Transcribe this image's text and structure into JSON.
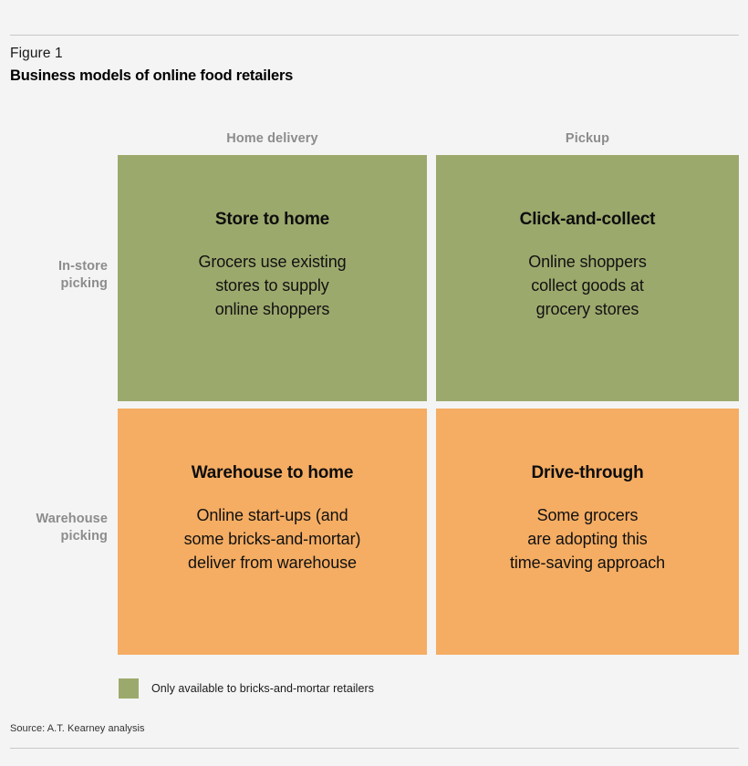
{
  "header": {
    "figure_label": "Figure 1",
    "title": "Business models of online food retailers"
  },
  "chart_data": {
    "type": "table",
    "title": "Business models of online food retailers",
    "subtitle": "Figure 1",
    "xlabel": "",
    "ylabel": "",
    "column_headers": [
      "Home delivery",
      "Pickup"
    ],
    "row_headers": [
      "In-store picking",
      "Warehouse picking"
    ],
    "cells": [
      {
        "row": "In-store picking",
        "column": "Home delivery",
        "title": "Store to home",
        "description": "Grocers use existing stores to supply online shoppers",
        "color": "#9ca96d",
        "color_name": "green"
      },
      {
        "row": "In-store picking",
        "column": "Pickup",
        "title": "Click-and-collect",
        "description": "Online shoppers collect goods at grocery stores",
        "color": "#9ca96d",
        "color_name": "green"
      },
      {
        "row": "Warehouse picking",
        "column": "Home delivery",
        "title": "Warehouse to home",
        "description": "Online start-ups (and some bricks-and-mortar) deliver from warehouse",
        "color": "#f5ad63",
        "color_name": "orange"
      },
      {
        "row": "Warehouse picking",
        "column": "Pickup",
        "title": "Drive-through",
        "description": "Some grocers are adopting this time-saving approach",
        "color": "#f5ad63",
        "color_name": "orange"
      }
    ],
    "legend": {
      "position": "bottom-left",
      "entries": [
        {
          "label": "Only available to bricks-and-mortar retailers",
          "color": "#9ca96d"
        }
      ]
    },
    "grid": false,
    "annotations": [
      "Source: A.T. Kearney analysis"
    ]
  },
  "matrix": {
    "columns": [
      {
        "label": "Home delivery"
      },
      {
        "label": "Pickup"
      }
    ],
    "rows": [
      {
        "line1": "In-store",
        "line2": "picking"
      },
      {
        "line1": "Warehouse",
        "line2": "picking"
      }
    ],
    "cells": {
      "store_to_home": {
        "title": "Store to home",
        "desc_line1": "Grocers use existing",
        "desc_line2": "stores to supply",
        "desc_line3": "online shoppers"
      },
      "click_and_collect": {
        "title": "Click-and-collect",
        "desc_line1": "Online shoppers",
        "desc_line2": "collect goods at",
        "desc_line3": "grocery stores"
      },
      "warehouse_to_home": {
        "title": "Warehouse to home",
        "desc_line1": "Online start-ups (and",
        "desc_line2": "some bricks-and-mortar)",
        "desc_line3": "deliver from warehouse"
      },
      "drive_through": {
        "title": "Drive-through",
        "desc_line1": "Some grocers",
        "desc_line2": "are adopting this",
        "desc_line3": "time-saving approach"
      }
    }
  },
  "legend": {
    "label": "Only available to bricks-and-mortar retailers",
    "swatch_color": "#9ca96d"
  },
  "source": {
    "text": "Source: A.T. Kearney analysis"
  },
  "colors": {
    "green": "#9ca96d",
    "orange": "#f5ad63",
    "background": "#f4f4f4",
    "header_gray": "#8c8c8c",
    "rule": "#c8c8c8"
  }
}
